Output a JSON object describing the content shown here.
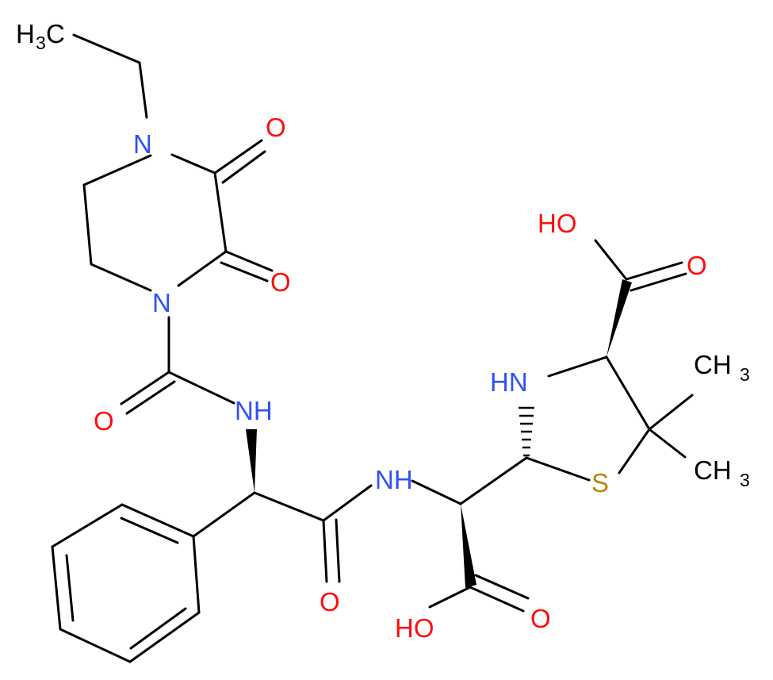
{
  "colors": {
    "bond": "#000000",
    "nitrogen": "#3050f8",
    "oxygen": "#ff0d0d",
    "sulfur": "#b8860b",
    "carbon": "#000000"
  },
  "atoms": {
    "n_ethyl": "N",
    "n_ring_lower": "N",
    "o_dione_1": "O",
    "o_dione_2": "O",
    "o_carbamoyl": "O",
    "nh_carbamoyl": "NH",
    "o_amide": "O",
    "nh_amide": "NH",
    "nh_ring": "HN",
    "s_ring": "S",
    "ho_top": "HO",
    "o_top": "O",
    "ho_bottom": "HO",
    "o_bottom": "O",
    "ch3_ethyl": "H",
    "ch3_ethyl_c": "C",
    "ch3_ethyl_sub": "3",
    "ch3_upper": "CH",
    "ch3_upper_sub": "3",
    "ch3_lower": "CH",
    "ch3_lower_sub": "3"
  }
}
